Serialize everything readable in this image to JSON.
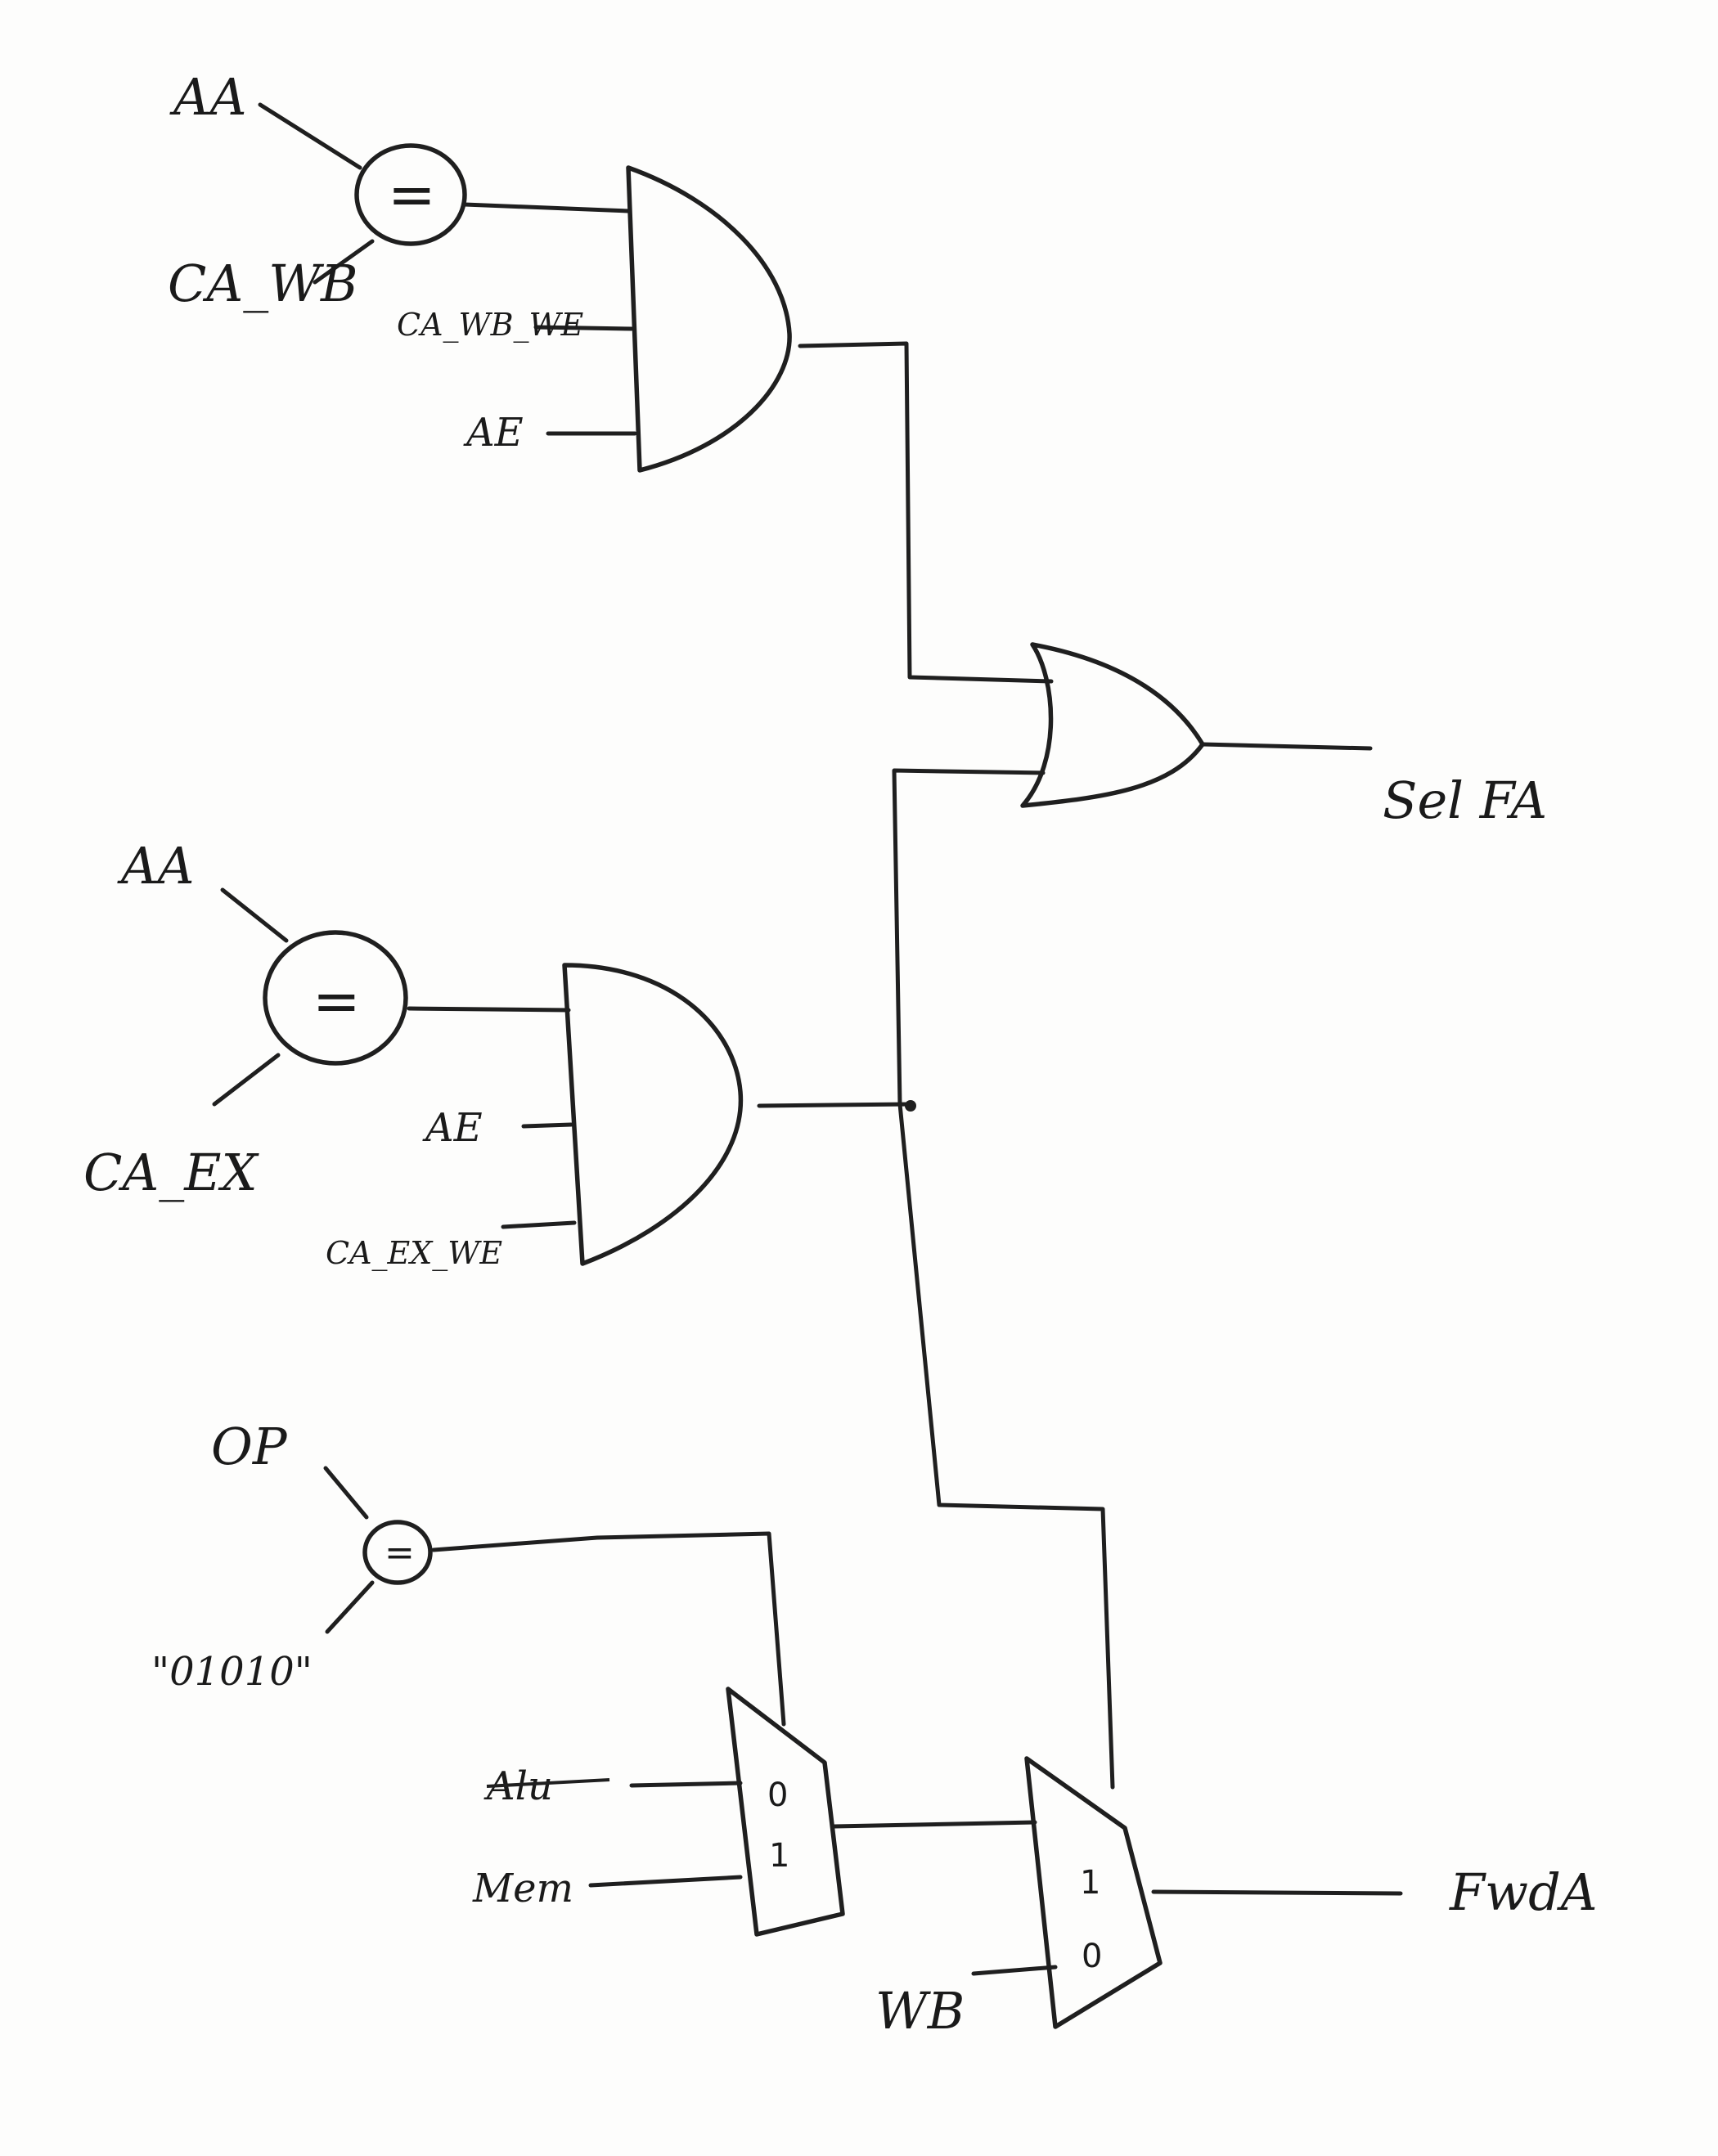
{
  "signals": {
    "aa_top": "AA",
    "ca_wb": "CA_WB",
    "ca_wb_we": "CA_WB_WE",
    "ae_top": "AE",
    "aa_mid": "AA",
    "ca_ex": "CA_EX",
    "ae_mid": "AE",
    "ca_ex_we": "CA_EX_WE",
    "op": "OP",
    "op_const": "\"01010\"",
    "alu_out": "Alu",
    "mem": "Mem",
    "wb": "WB",
    "out_sel": "Sel FA",
    "out_fwd": "FwdA"
  },
  "comparators": {
    "symbol": "="
  },
  "mux_small": {
    "port0": "0",
    "port1": "1"
  },
  "mux_out": {
    "port1": "1",
    "port0": "0"
  }
}
